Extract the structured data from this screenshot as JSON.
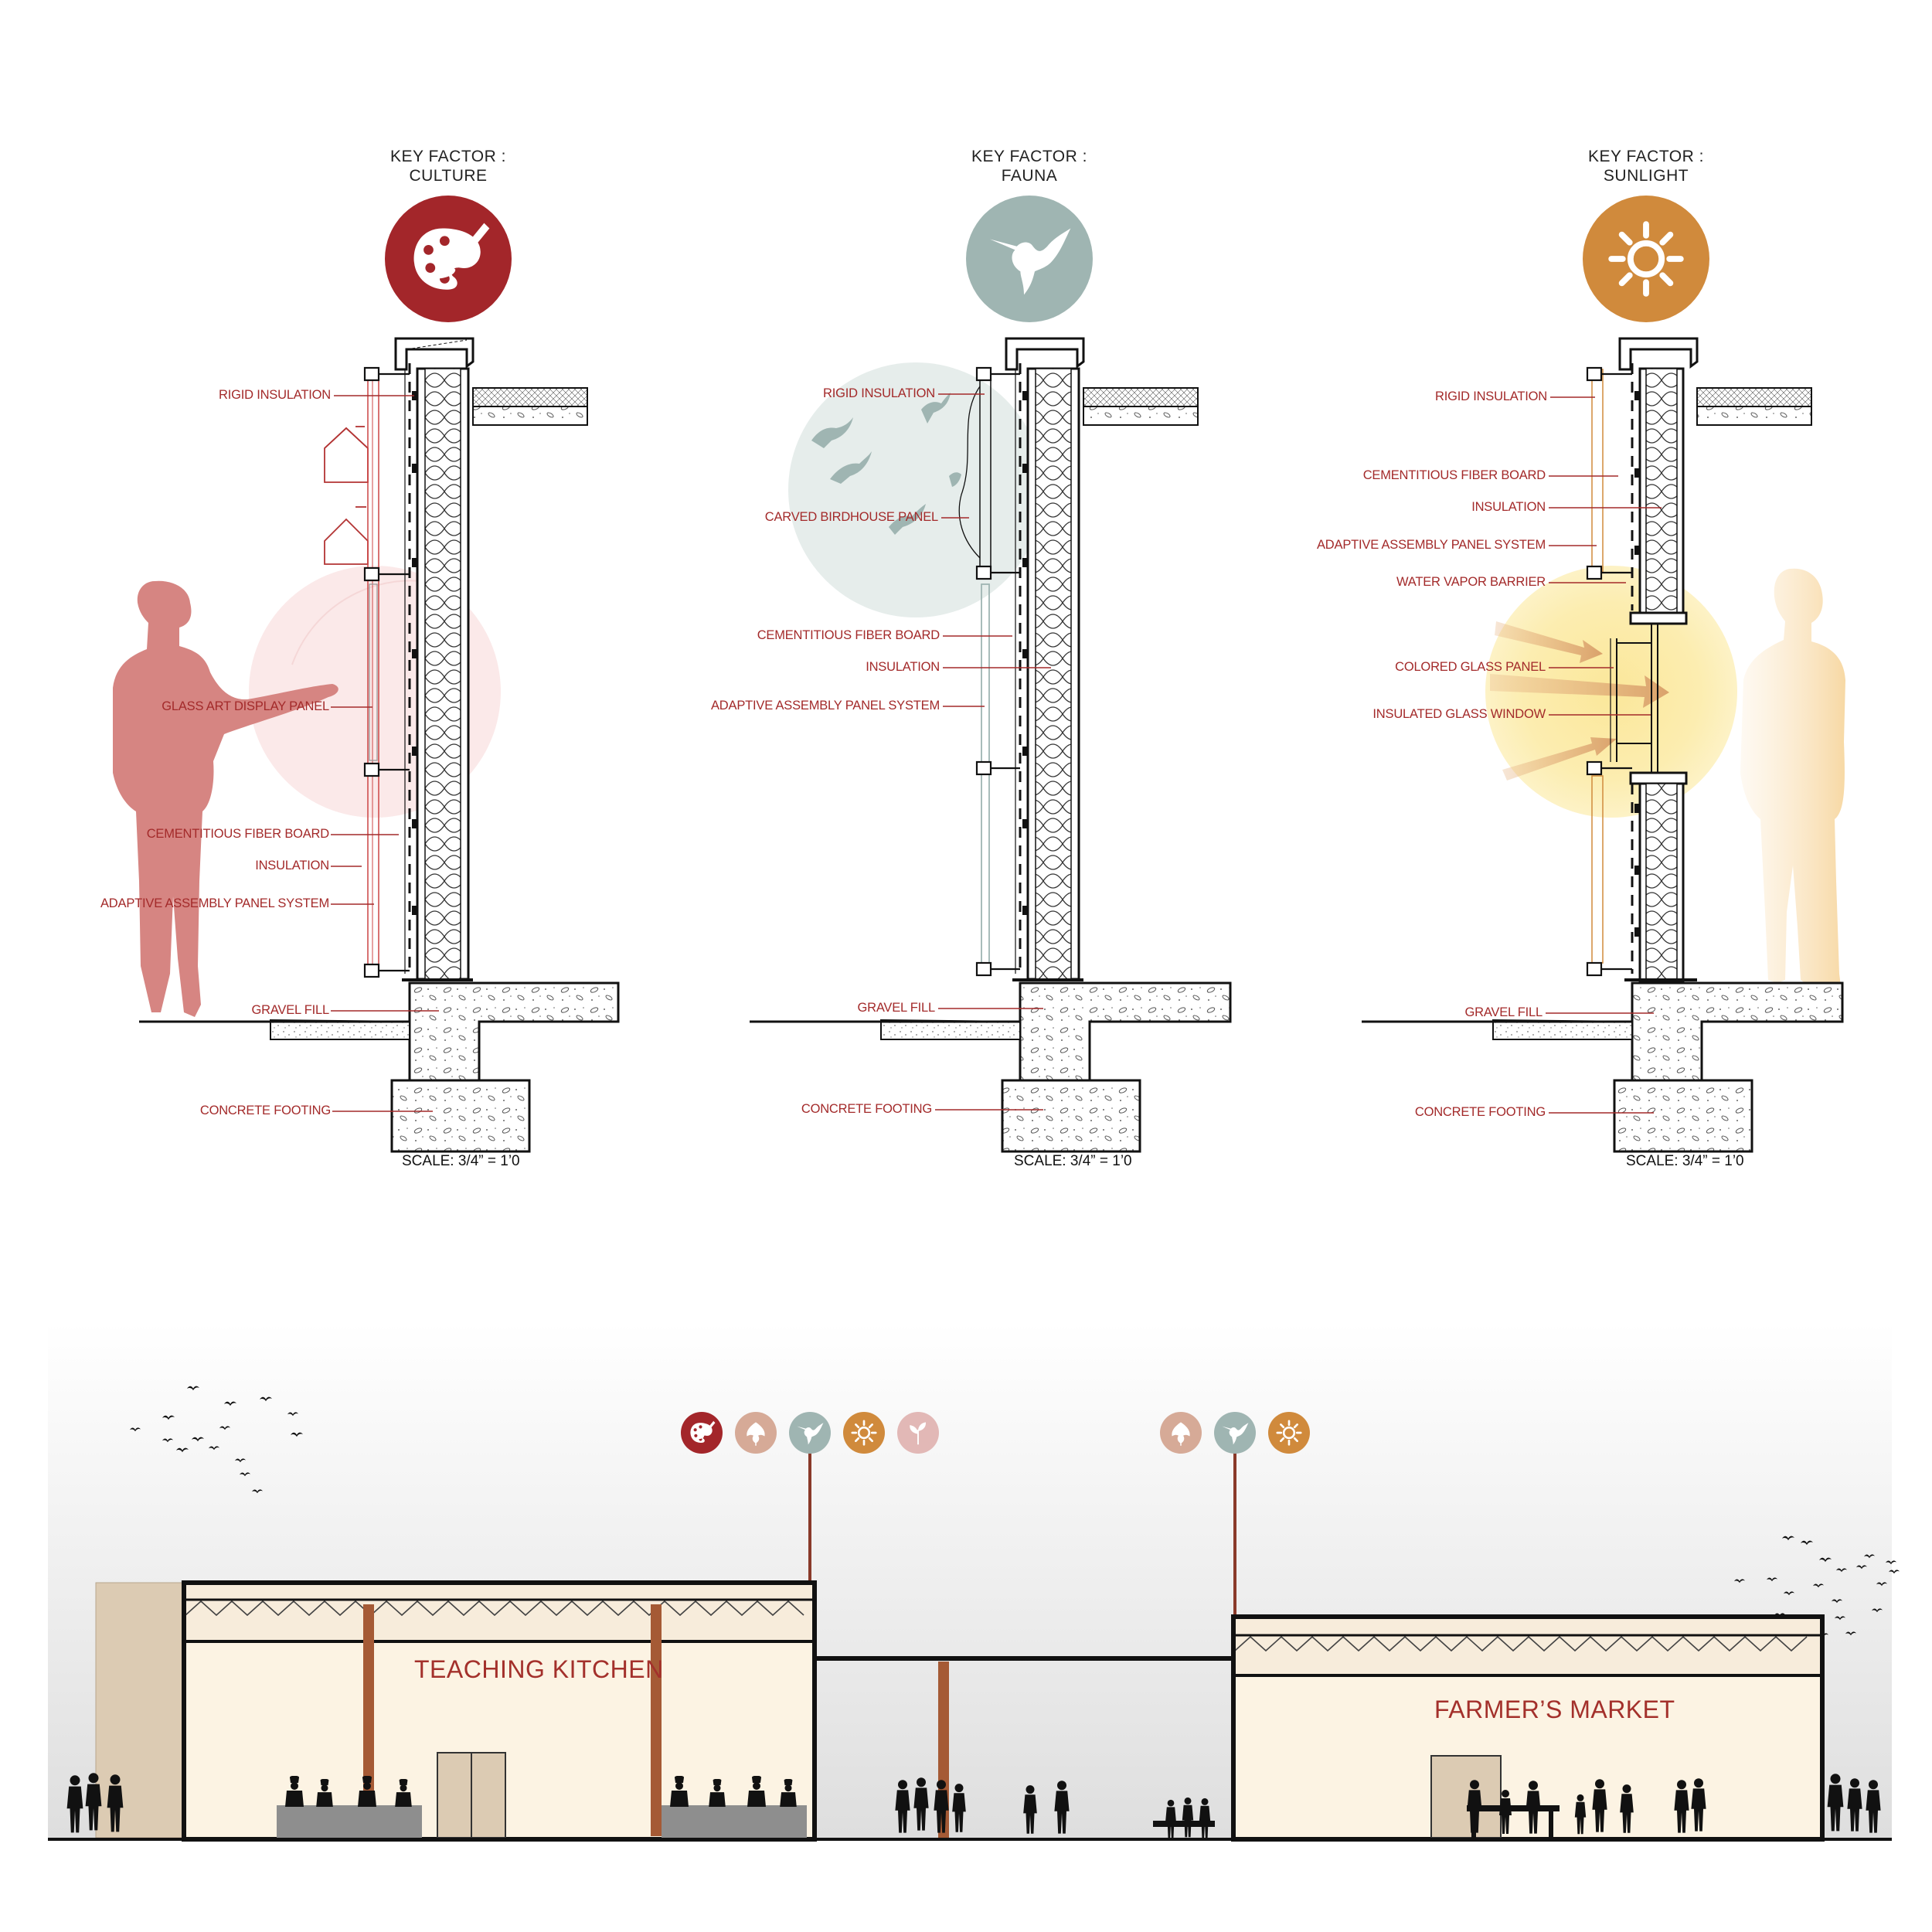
{
  "sections": [
    {
      "key_label": "KEY FACTOR :",
      "factor": "CULTURE",
      "icon": "palette-brush-icon",
      "color": "#a3262a",
      "callouts": [
        "RIGID INSULATION",
        "GLASS ART DISPLAY PANEL",
        "CEMENTITIOUS FIBER BOARD",
        "INSULATION",
        "ADAPTIVE ASSEMBLY PANEL SYSTEM",
        "GRAVEL FILL",
        "CONCRETE FOOTING"
      ],
      "scale": "SCALE: 3/4” = 1’0"
    },
    {
      "key_label": "KEY FACTOR :",
      "factor": "FAUNA",
      "icon": "hummingbird-icon",
      "color": "#9fb5b2",
      "callouts": [
        "RIGID INSULATION",
        "CARVED BIRDHOUSE PANEL",
        "CEMENTITIOUS FIBER BOARD",
        "INSULATION",
        "ADAPTIVE ASSEMBLY PANEL SYSTEM",
        "GRAVEL FILL",
        "CONCRETE FOOTING"
      ],
      "scale": "SCALE: 3/4” = 1’0"
    },
    {
      "key_label": "KEY FACTOR :",
      "factor": "SUNLIGHT",
      "icon": "sun-icon",
      "color": "#d08a3c",
      "callouts": [
        "RIGID INSULATION",
        "CEMENTITIOUS FIBER BOARD",
        "INSULATION",
        "ADAPTIVE ASSEMBLY PANEL SYSTEM",
        "WATER VAPOR BARRIER",
        "COLORED GLASS PANEL",
        "INSULATED GLASS WINDOW",
        "GRAVEL FILL",
        "CONCRETE FOOTING"
      ],
      "scale": "SCALE: 3/4” = 1’0"
    }
  ],
  "elevation": {
    "left_building": "TEACHING KITCHEN",
    "right_building": "FARMER’S MARKET",
    "left_icons": [
      {
        "icon": "palette-brush-icon",
        "color": "#a3262a"
      },
      {
        "icon": "leaf-icon",
        "color": "#d6aa97"
      },
      {
        "icon": "hummingbird-icon",
        "color": "#9fb5b2"
      },
      {
        "icon": "sun-icon",
        "color": "#d08a3c"
      },
      {
        "icon": "sprout-icon",
        "color": "#e2b8b6"
      }
    ],
    "right_icons": [
      {
        "icon": "leaf-icon",
        "color": "#d6aa97"
      },
      {
        "icon": "hummingbird-icon",
        "color": "#9fb5b2"
      },
      {
        "icon": "sun-icon",
        "color": "#d08a3c"
      }
    ]
  },
  "colors": {
    "label_red": "#a32a2a",
    "culture_red": "#a3262a",
    "fauna_teal": "#9fb5b2",
    "sunlight_orange": "#d08a3c",
    "timber_column": "#a55a35",
    "interior_warm": "#fcf3e3",
    "stair_tower": "#dccbb3"
  }
}
